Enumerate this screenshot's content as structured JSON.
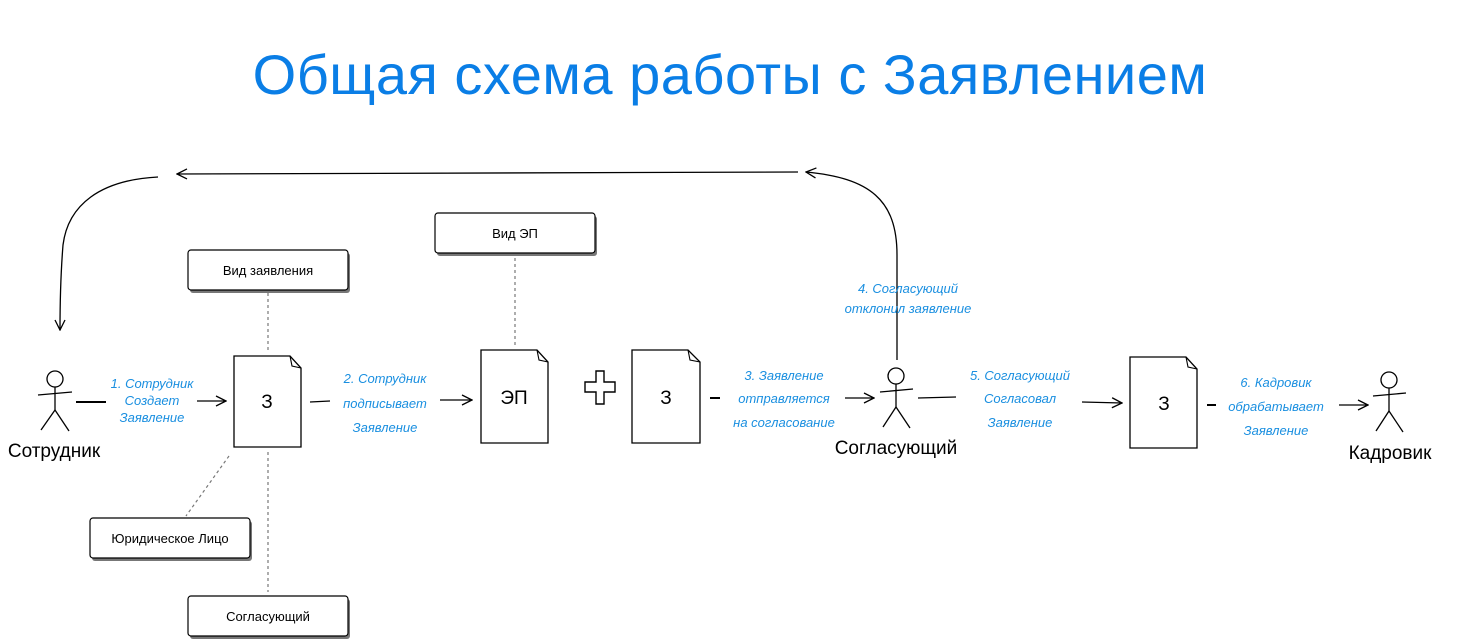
{
  "title": "Общая схема работы с Заявлением",
  "actors": {
    "employee": "Сотрудник",
    "approver": "Согласующий",
    "hr": "Кадровик"
  },
  "documents": {
    "doc1": "З",
    "signature": "ЭП",
    "doc2": "З",
    "doc3": "З"
  },
  "notes": {
    "application_type": "Вид заявления",
    "signature_type": "Вид ЭП",
    "legal_entity": "Юридическое Лицо",
    "approver": "Согласующий"
  },
  "steps": {
    "step1": [
      "1. Сотрудник",
      "Создает",
      "Заявление"
    ],
    "step2": [
      "2. Сотрудник",
      "подписывает",
      "Заявление"
    ],
    "step3": [
      "3. Заявление",
      "отправляется",
      "на согласование"
    ],
    "step4": [
      "4. Согласующий",
      "отклонил заявление"
    ],
    "step5": [
      "5. Согласующий",
      "Согласовал",
      "Заявление"
    ],
    "step6": [
      "6. Кадровик",
      "обрабатывает",
      "Заявление"
    ]
  },
  "colors": {
    "title": "#0a7ee6",
    "step_text": "#1a8fe0",
    "stroke": "#000000"
  }
}
